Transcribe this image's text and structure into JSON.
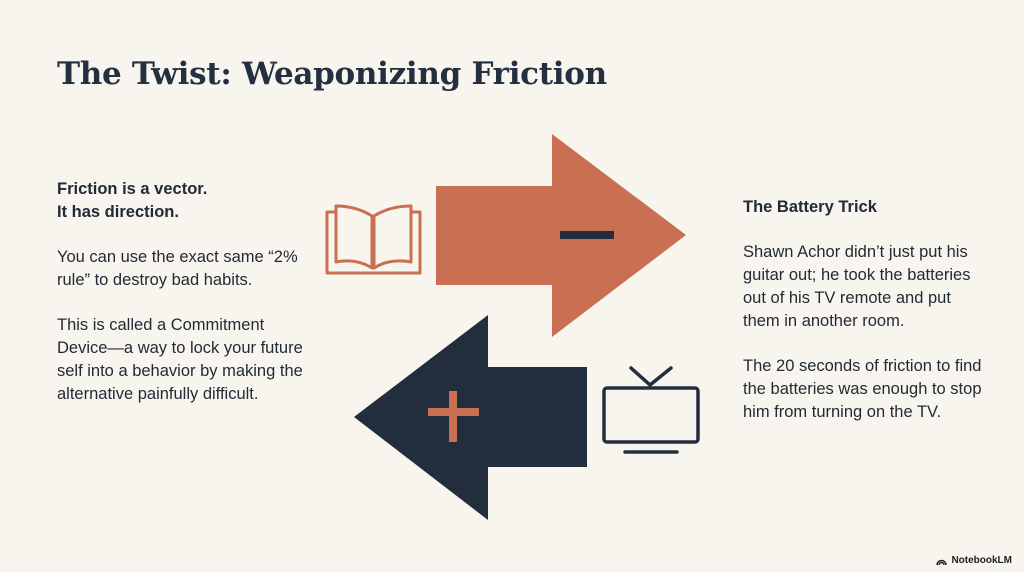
{
  "title": "The Twist: Weaponizing Friction",
  "left": {
    "heading_line1": "Friction is a vector.",
    "heading_line2": "It has direction.",
    "para1": "You can use the exact same “2% rule” to destroy bad habits.",
    "para2": "This is called a Commitment Device—a way to lock your future self into a behavior by making the alternative painfully difficult."
  },
  "right": {
    "heading": "The Battery Trick",
    "para1": "Shawn Achor didn’t just put his guitar out; he took the batteries out of his TV remote and put them in another room.",
    "para2": "The 20 seconds of friction to find the batteries was enough to stop him from turning on the TV."
  },
  "diagram": {
    "top_arrow": {
      "direction": "right",
      "symbol": "minus",
      "icon": "book-icon",
      "color": "#c96f52"
    },
    "bottom_arrow": {
      "direction": "left",
      "symbol": "plus",
      "icon": "tv-icon",
      "color": "#222e3e"
    }
  },
  "brand": "NotebookLM"
}
